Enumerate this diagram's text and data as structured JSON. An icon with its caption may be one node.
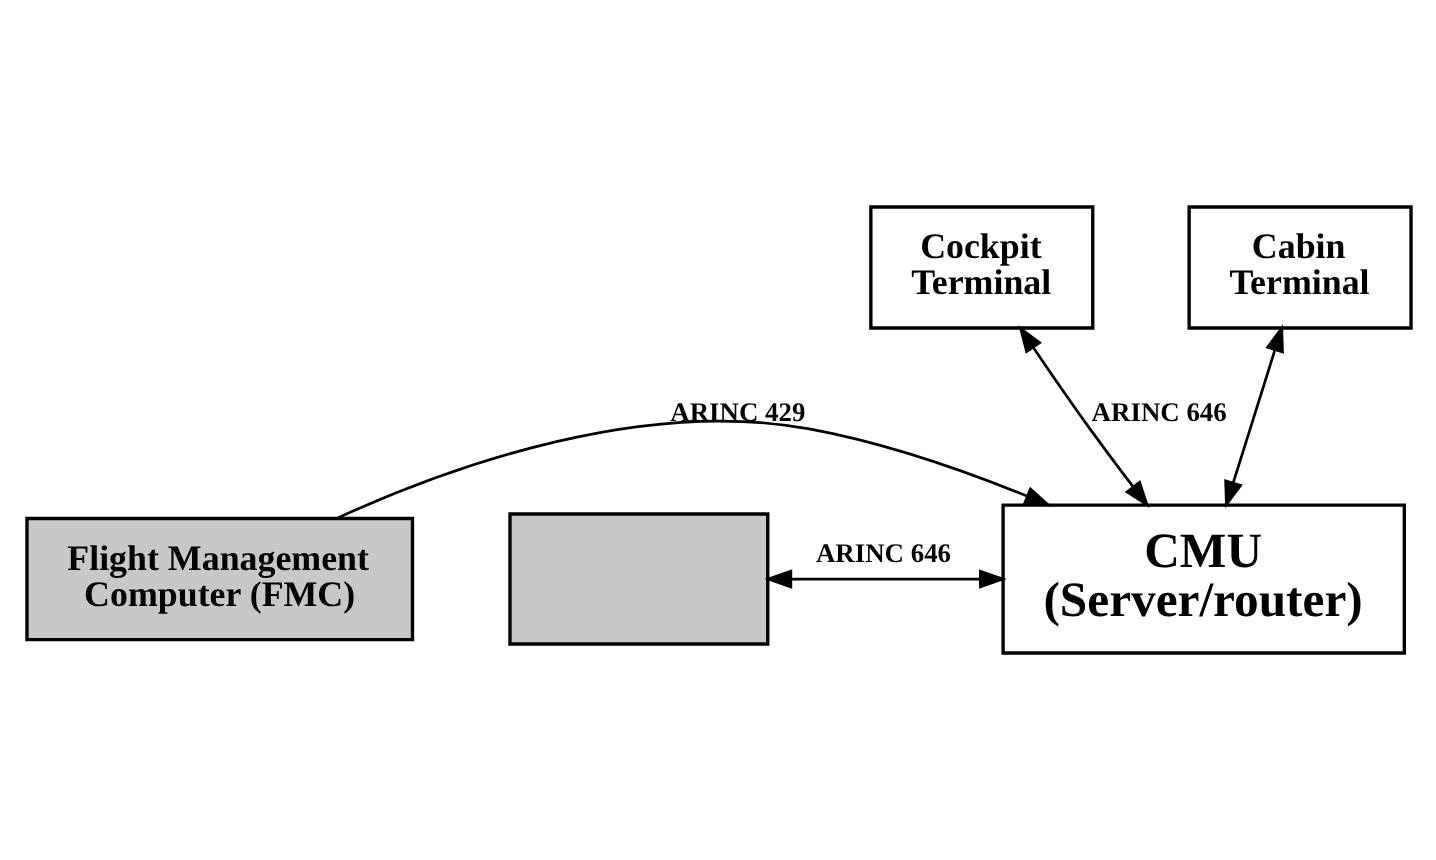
{
  "diagram": {
    "nodes": [
      {
        "text": [
          "Cockpit Terminal"
        ]
      },
      {
        "text": [
          "Cabin Terminal"
        ]
      },
      {
        "text": [
          "Flight Management Computer (FMC)"
        ]
      },
      {
        "text": [
          "CMU (Server/router)"
        ]
      },
      {
        "text": [],
        "shape": "box"
      }
    ],
    "edges": [
      {
        "from": 0,
        "to": 3,
        "arrow": "both",
        "label": "ARINC 646"
      },
      {
        "from": 1,
        "to": 3,
        "arrow": "both"
      },
      {
        "from": 2,
        "to": 3,
        "arrow": "to",
        "label": "ARINC 429"
      },
      {
        "from": 4,
        "to": 3,
        "arrow": "both",
        "label": "ARINC 646"
      }
    ]
  }
}
